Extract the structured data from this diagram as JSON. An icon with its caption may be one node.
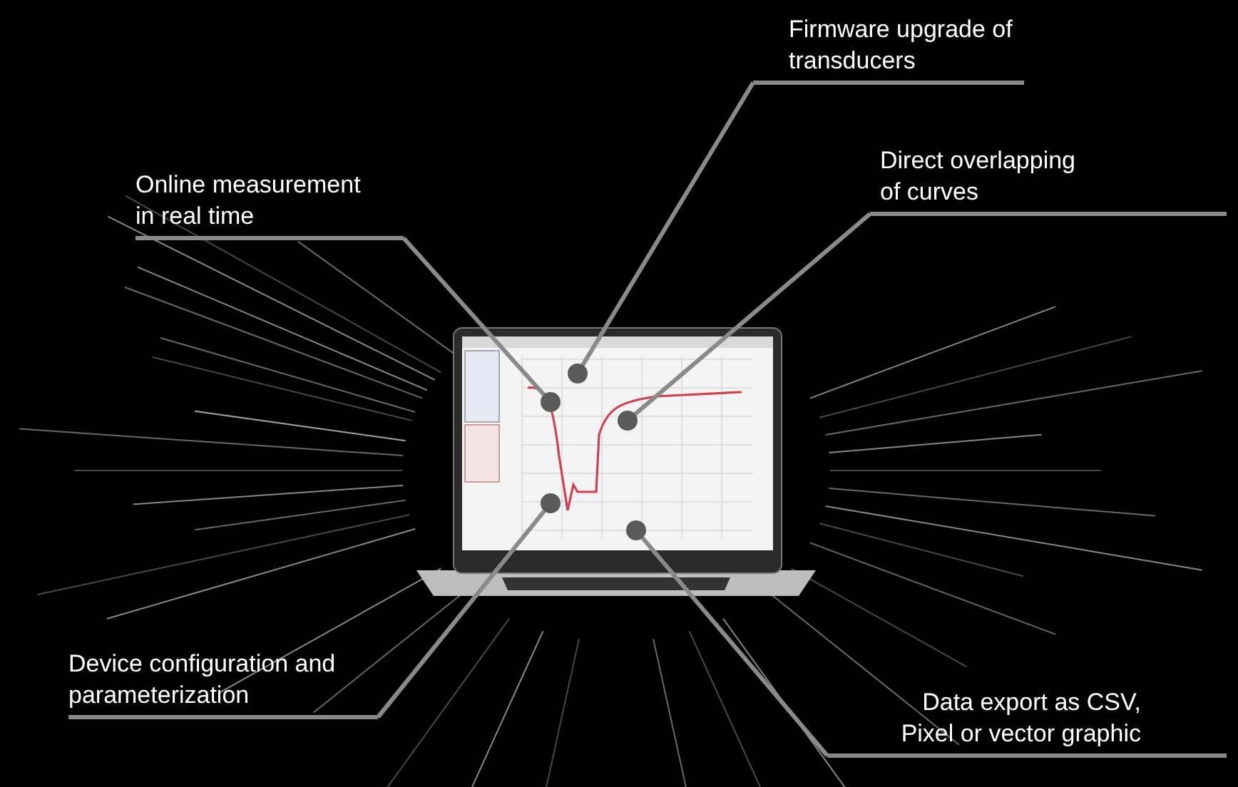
{
  "diagram": {
    "nodes": [
      {
        "text": [
          "Firmware upgrade of transducers"
        ]
      },
      {
        "text": [
          "Direct overlapping of curves"
        ]
      },
      {
        "text": [
          "Online measurement in real time"
        ]
      },
      {
        "text": [
          "Device configuration and parameterization"
        ]
      },
      {
        "text": [
          "Data export as CSV, Pixel or vector graphic"
        ]
      },
      {
        "text": [],
        "shape": "circle"
      },
      {
        "text": [],
        "shape": "circle"
      },
      {
        "text": [],
        "shape": "circle"
      },
      {
        "text": [],
        "shape": "circle"
      },
      {
        "text": [],
        "shape": "circle"
      }
    ],
    "edges": [
      {
        "from": 0,
        "to": 7,
        "arrow": "none"
      },
      {
        "from": 1,
        "to": 8,
        "arrow": "none"
      },
      {
        "from": 2,
        "to": 5,
        "arrow": "none"
      },
      {
        "from": 3,
        "to": 6,
        "arrow": "none"
      },
      {
        "from": 4,
        "to": 9,
        "arrow": "none"
      }
    ]
  }
}
